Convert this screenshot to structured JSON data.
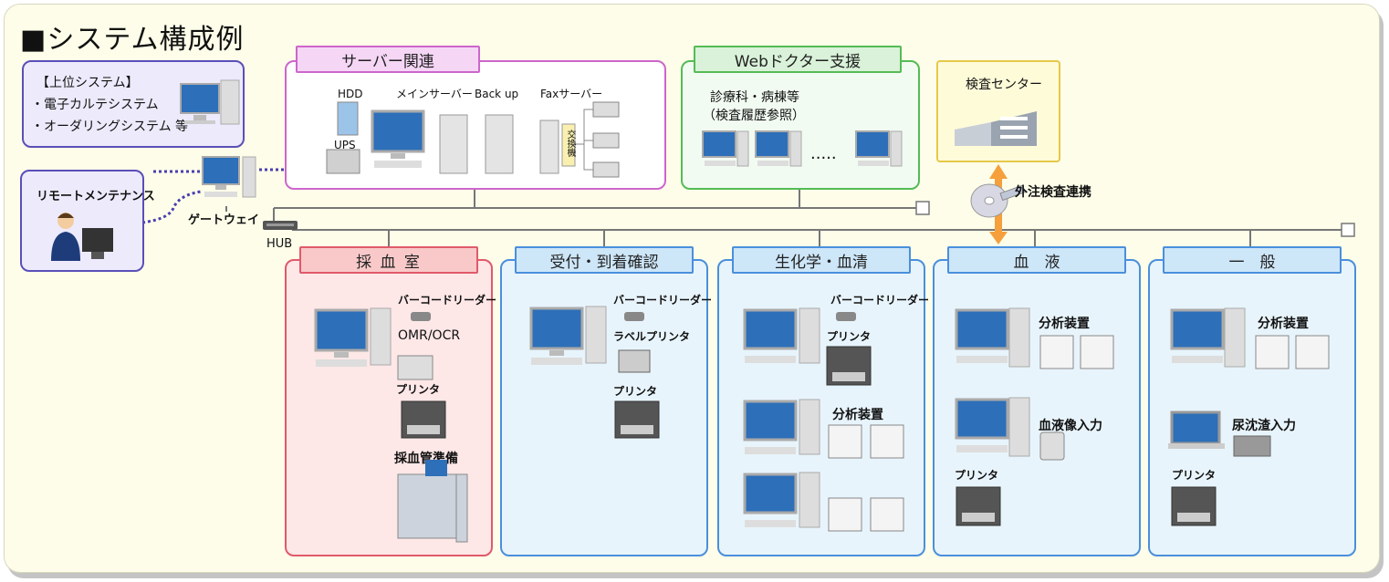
{
  "title": "■システム構成例",
  "upper": {
    "heading": "【上位システム】",
    "line1": "・電子カルテシステム",
    "line2": "・オーダリングシステム 等"
  },
  "remote": {
    "label": "リモートメンテナンス"
  },
  "gateway": {
    "label": "ゲートウェイ"
  },
  "hub": {
    "label": "HUB"
  },
  "server": {
    "label": "サーバー関連",
    "hdd": "HDD",
    "ups": "UPS",
    "main": "メインサーバー",
    "backup": "Back up",
    "fax": "Faxサーバー",
    "switch": "交換機"
  },
  "web": {
    "label": "Webドクター支援",
    "line1": "診療科・病棟等",
    "line2": "（検査履歴参照）",
    "dots": "....."
  },
  "center": {
    "label": "検査センター",
    "link": "外注検査連携"
  },
  "sections": {
    "blood_draw": {
      "label": "採 血 室",
      "barcode": "バーコードリーダー",
      "omr": "OMR/OCR",
      "printer": "プリンタ",
      "tube": "採血管準備"
    },
    "reception": {
      "label": "受付・到着確認",
      "barcode": "バーコードリーダー",
      "label_printer": "ラベルプリンタ",
      "printer": "プリンタ"
    },
    "biochem": {
      "label": "生化学・血清",
      "barcode": "バーコードリーダー",
      "printer": "プリンタ",
      "analyzer": "分析装置"
    },
    "blood": {
      "label": "血　液",
      "analyzer": "分析装置",
      "image_input": "血液像入力",
      "printer": "プリンタ"
    },
    "general": {
      "label": "一　般",
      "analyzer": "分析装置",
      "urine_input": "尿沈渣入力",
      "printer": "プリンタ"
    }
  },
  "colors": {
    "pink_border": "#e05a6a",
    "pink_fill": "#fde7e7",
    "blue_border": "#4a8fdc",
    "blue_fill": "#e8f4fb",
    "server_border": "#cc66cc",
    "web_border": "#55bb55",
    "center_border": "#e6c84a",
    "purple_border": "#5a4fb8"
  }
}
